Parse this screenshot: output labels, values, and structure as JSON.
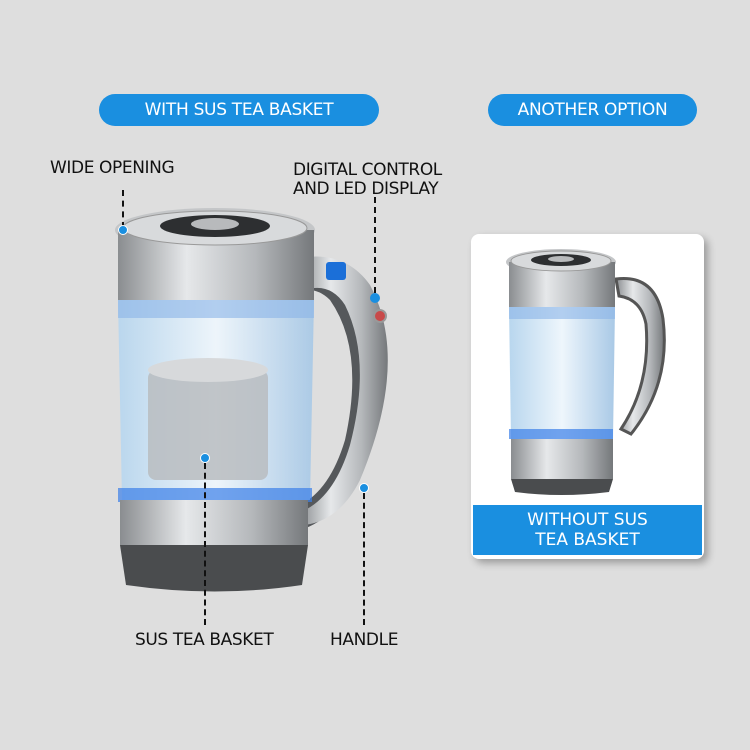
{
  "badges": {
    "with_basket": "WITH SUS TEA BASKET",
    "another_option": "ANOTHER OPTION"
  },
  "callouts": {
    "wide_opening": "WIDE OPENING",
    "digital_control_line1": "DIGITAL CONTROL",
    "digital_control_line2": "AND LED DISPLAY",
    "tea_basket": "SUS TEA BASKET",
    "handle": "HANDLE"
  },
  "option_card": {
    "caption_line1": "WITHOUT SUS",
    "caption_line2": "TEA BASKET"
  },
  "colors": {
    "accent": "#1a8fe0",
    "background": "#dedede"
  }
}
